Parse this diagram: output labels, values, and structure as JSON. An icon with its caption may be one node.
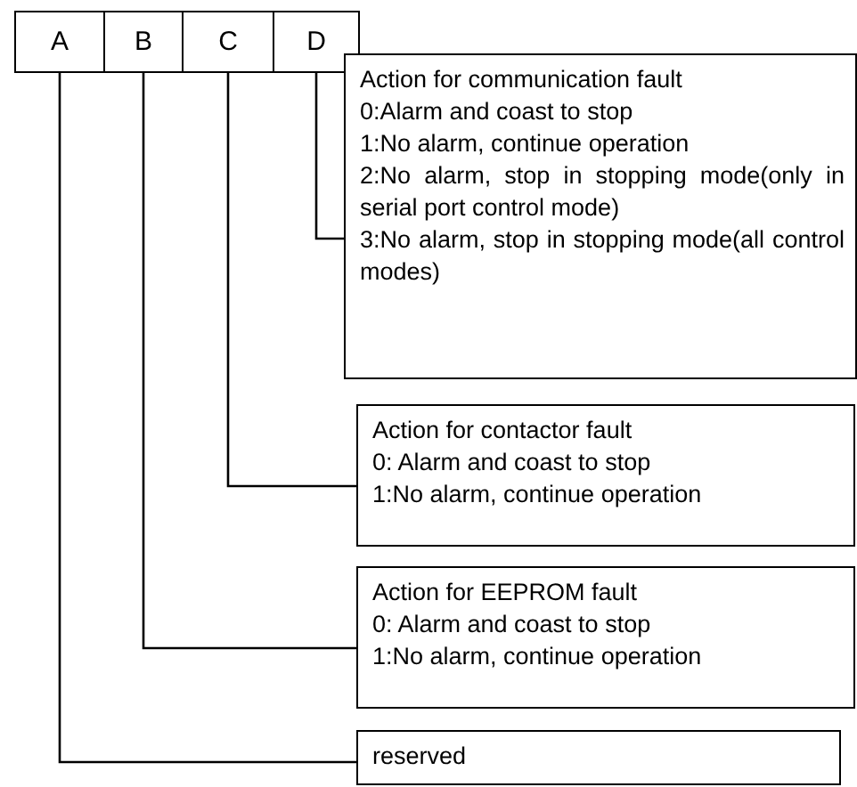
{
  "diagram": {
    "nodes": [
      {
        "text": [
          "A"
        ]
      },
      {
        "text": [
          "B"
        ]
      },
      {
        "text": [
          "C"
        ]
      },
      {
        "text": [
          "D"
        ]
      },
      {
        "text": [
          "Action for communication fault",
          "0:Alarm and coast to stop",
          "1:No alarm, continue operation",
          "2:No alarm, stop in stopping mode(only in serial port control mode)",
          "3:No alarm, stop in stopping mode(all control modes)"
        ]
      },
      {
        "text": [
          "Action for contactor fault",
          "0: Alarm and coast to stop",
          "1:No alarm, continue operation"
        ]
      },
      {
        "text": [
          "Action for EEPROM fault",
          "0: Alarm and coast to stop",
          "1:No alarm, continue operation"
        ]
      },
      {
        "text": [
          "reserved"
        ]
      }
    ],
    "edges": [
      {
        "from": 3,
        "to": 4,
        "arrow": "none"
      },
      {
        "from": 2,
        "to": 5,
        "arrow": "none"
      },
      {
        "from": 1,
        "to": 6,
        "arrow": "none"
      },
      {
        "from": 0,
        "to": 7,
        "arrow": "none"
      }
    ]
  }
}
